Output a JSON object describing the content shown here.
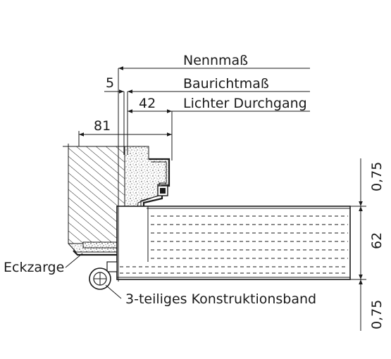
{
  "labels": {
    "nennmass": "Nennmaß",
    "baurichtmass": "Baurichtmaß",
    "lichter_durchgang": "Lichter Durchgang",
    "eckzarge": "Eckzarge",
    "konstruktionsband": "3-teiliges Konstruktionsband"
  },
  "dimensions": {
    "d5": "5",
    "d42": "42",
    "d81": "81",
    "d62": "62",
    "d075_top": "0,75",
    "d075_bottom": "0,75"
  },
  "colors": {
    "line": "#1a1a1a",
    "background": "#ffffff"
  }
}
